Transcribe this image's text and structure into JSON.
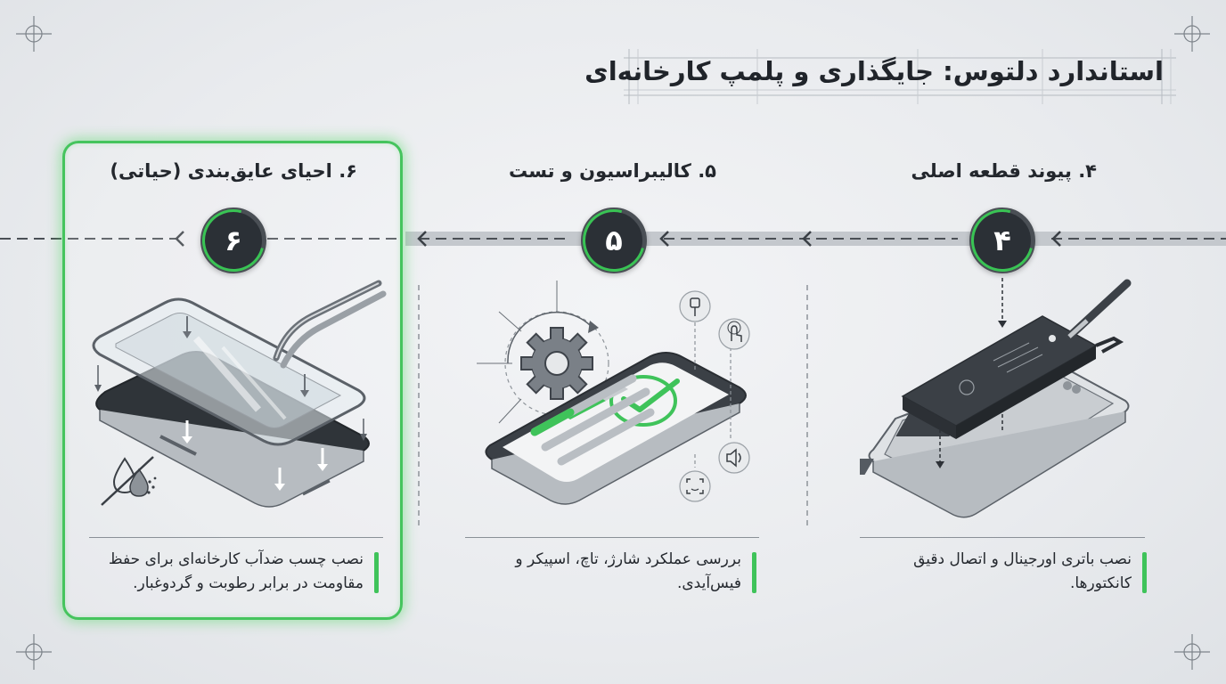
{
  "title": "استاندارد دلتوس: جایگذاری و پلمپ کارخانه‌ای",
  "steps": [
    {
      "number": "۴",
      "title": "۴. پیوند قطعه اصلی",
      "description_lines": [
        "نصب باتری اورجینال و اتصال دقیق",
        "کانکتورها."
      ]
    },
    {
      "number": "۵",
      "title": "۵. کالیبراسیون و تست",
      "description_lines": [
        "بررسی عملکرد شارژ، تاچ، اسپیکر و",
        "فیس‌آیدی."
      ]
    },
    {
      "number": "۶",
      "title": "۶. احیای عایق‌بندی (حیاتی)",
      "description_lines": [
        "نصب چسب ضدآب کارخانه‌ای برای حفظ",
        "مقاومت در برابر رطوبت و گردوغبار."
      ]
    }
  ],
  "colors": {
    "accent_green": "#3fc35a",
    "badge_dark": "#2b3036",
    "background": "#eceef1"
  },
  "icons": [
    "crosshair-icon",
    "battery-icon",
    "gear-icon",
    "checkmark-icon",
    "charging-cable-icon",
    "touch-icon",
    "speaker-icon",
    "face-id-icon",
    "water-dust-icon",
    "tweezers-icon",
    "arrow-left-icon"
  ]
}
